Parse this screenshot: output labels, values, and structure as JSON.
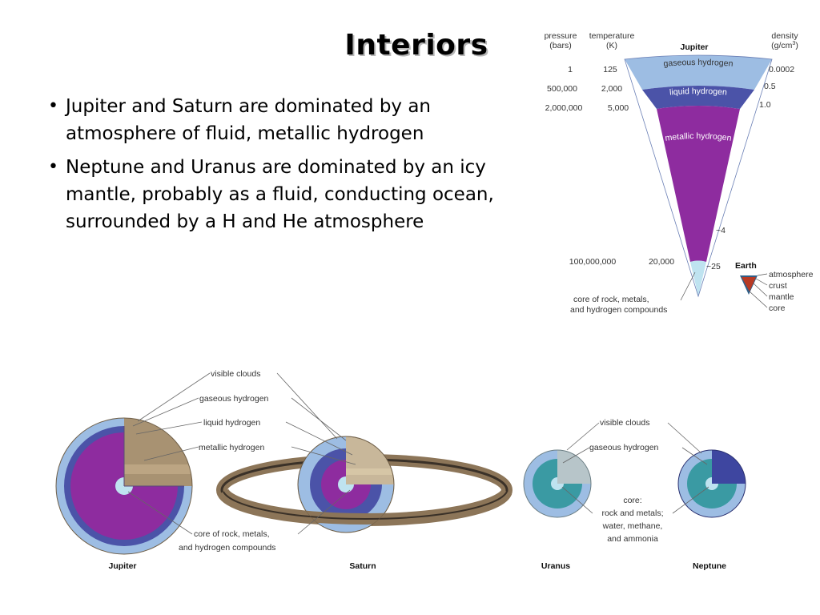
{
  "slide": {
    "title": "Interiors",
    "bullets": [
      "Jupiter and Saturn are dominated by an atmosphere of fluid, metallic hydrogen",
      "Neptune and Uranus are dominated by an icy mantle, probably as a fluid, conducting ocean, surrounded by a H and He atmosphere"
    ]
  },
  "jupiter_wedge": {
    "headers": {
      "pressure": [
        "pressure",
        "(bars)"
      ],
      "temperature": [
        "temperature",
        "(K)"
      ],
      "planet": "Jupiter",
      "density_line1": "density",
      "density_line2_pre": "(g/cm",
      "density_sup": "3",
      "density_line2_post": ")"
    },
    "rows": [
      {
        "pressure": "1",
        "temperature": "125",
        "density": "0.0002"
      },
      {
        "pressure": "500,000",
        "temperature": "2,000",
        "density": "0.5"
      },
      {
        "pressure": "2,000,000",
        "temperature": "5,000",
        "density": "1.0"
      },
      {
        "pressure": "100,000,000",
        "temperature": "20,000",
        "density": "~25"
      }
    ],
    "density_mid": "~4",
    "layers": [
      "gaseous hydrogen",
      "liquid hydrogen",
      "metallic hydrogen"
    ],
    "core_label": [
      "core of rock, metals,",
      "and hydrogen compounds"
    ],
    "earth": {
      "title": "Earth",
      "layers": [
        "atmosphere",
        "crust",
        "mantle",
        "core"
      ]
    }
  },
  "cutaways": {
    "gas_giant_labels": [
      "visible clouds",
      "gaseous hydrogen",
      "liquid hydrogen",
      "metallic hydrogen"
    ],
    "gas_giant_core": [
      "core of rock, metals,",
      "and hydrogen compounds"
    ],
    "ice_giant_labels": [
      "visible clouds",
      "gaseous hydrogen"
    ],
    "ice_giant_core": [
      "core:",
      "rock and metals;",
      "water, methane,",
      "and ammonia"
    ],
    "planets": [
      "Jupiter",
      "Saturn",
      "Uranus",
      "Neptune"
    ]
  },
  "colors": {
    "gaseous": "#9dbde3",
    "liquid": "#4b53a8",
    "metallic": "#8e2c9f",
    "core": "#bfe3f0",
    "ice_mantle": "#3a9aa3",
    "saturn_surface": "#c8b79a"
  }
}
